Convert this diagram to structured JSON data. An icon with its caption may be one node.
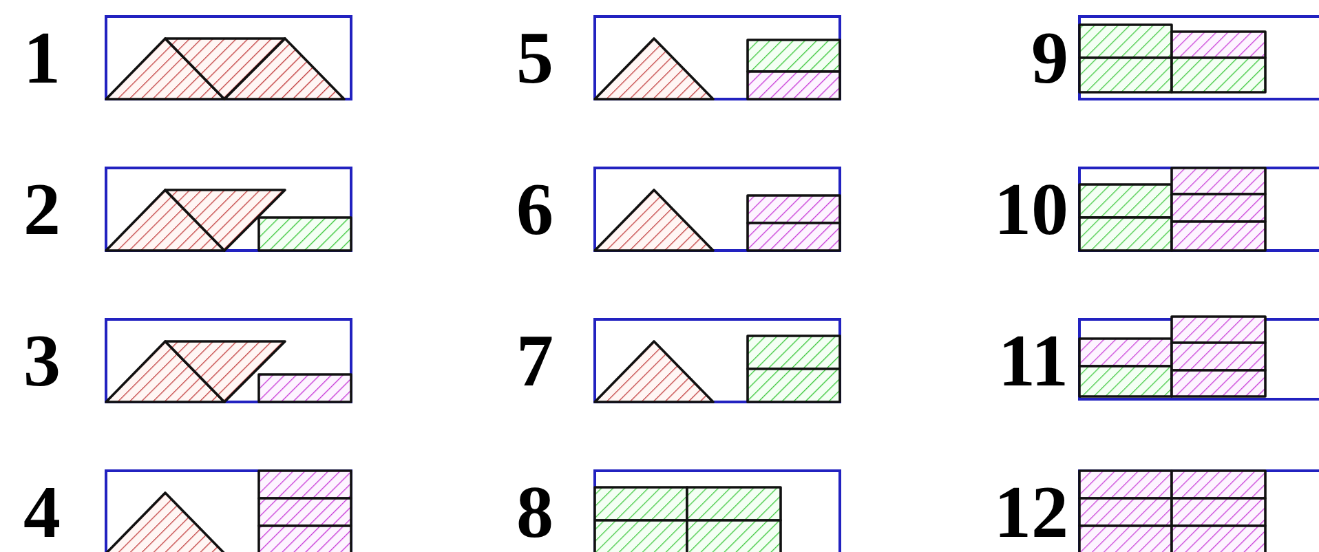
{
  "diagram": {
    "nodes": [
      {
        "text": [
          "1"
        ]
      },
      {
        "text": [
          "2"
        ]
      },
      {
        "text": [
          "3"
        ]
      },
      {
        "text": [
          "4"
        ]
      },
      {
        "text": [
          "5"
        ]
      },
      {
        "text": [
          "6"
        ]
      },
      {
        "text": [
          "7"
        ]
      },
      {
        "text": [
          "8"
        ]
      },
      {
        "text": [
          "9"
        ]
      },
      {
        "text": [
          "10"
        ]
      },
      {
        "text": [
          "11"
        ]
      },
      {
        "text": [
          "12"
        ]
      }
    ]
  }
}
